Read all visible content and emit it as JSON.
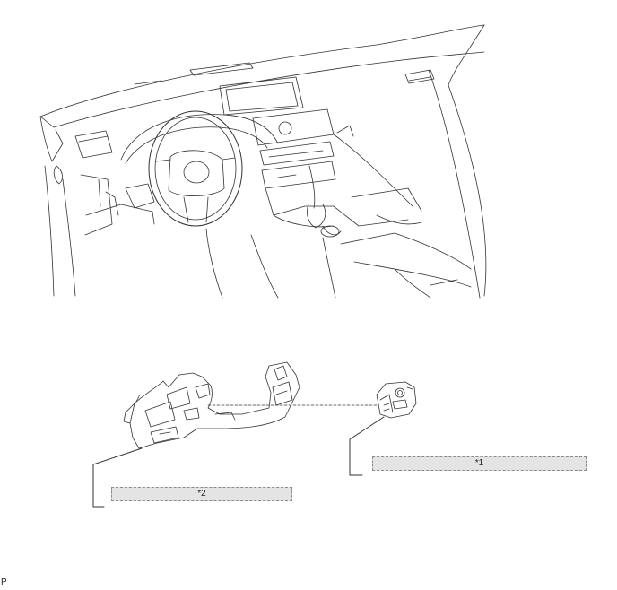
{
  "callouts": {
    "item_1": "*1",
    "item_2": "*2"
  },
  "footer": {
    "code": "P"
  },
  "colors": {
    "line": "#333333",
    "label_fill": "#e4e4e4",
    "label_border": "#8a8a8a"
  }
}
